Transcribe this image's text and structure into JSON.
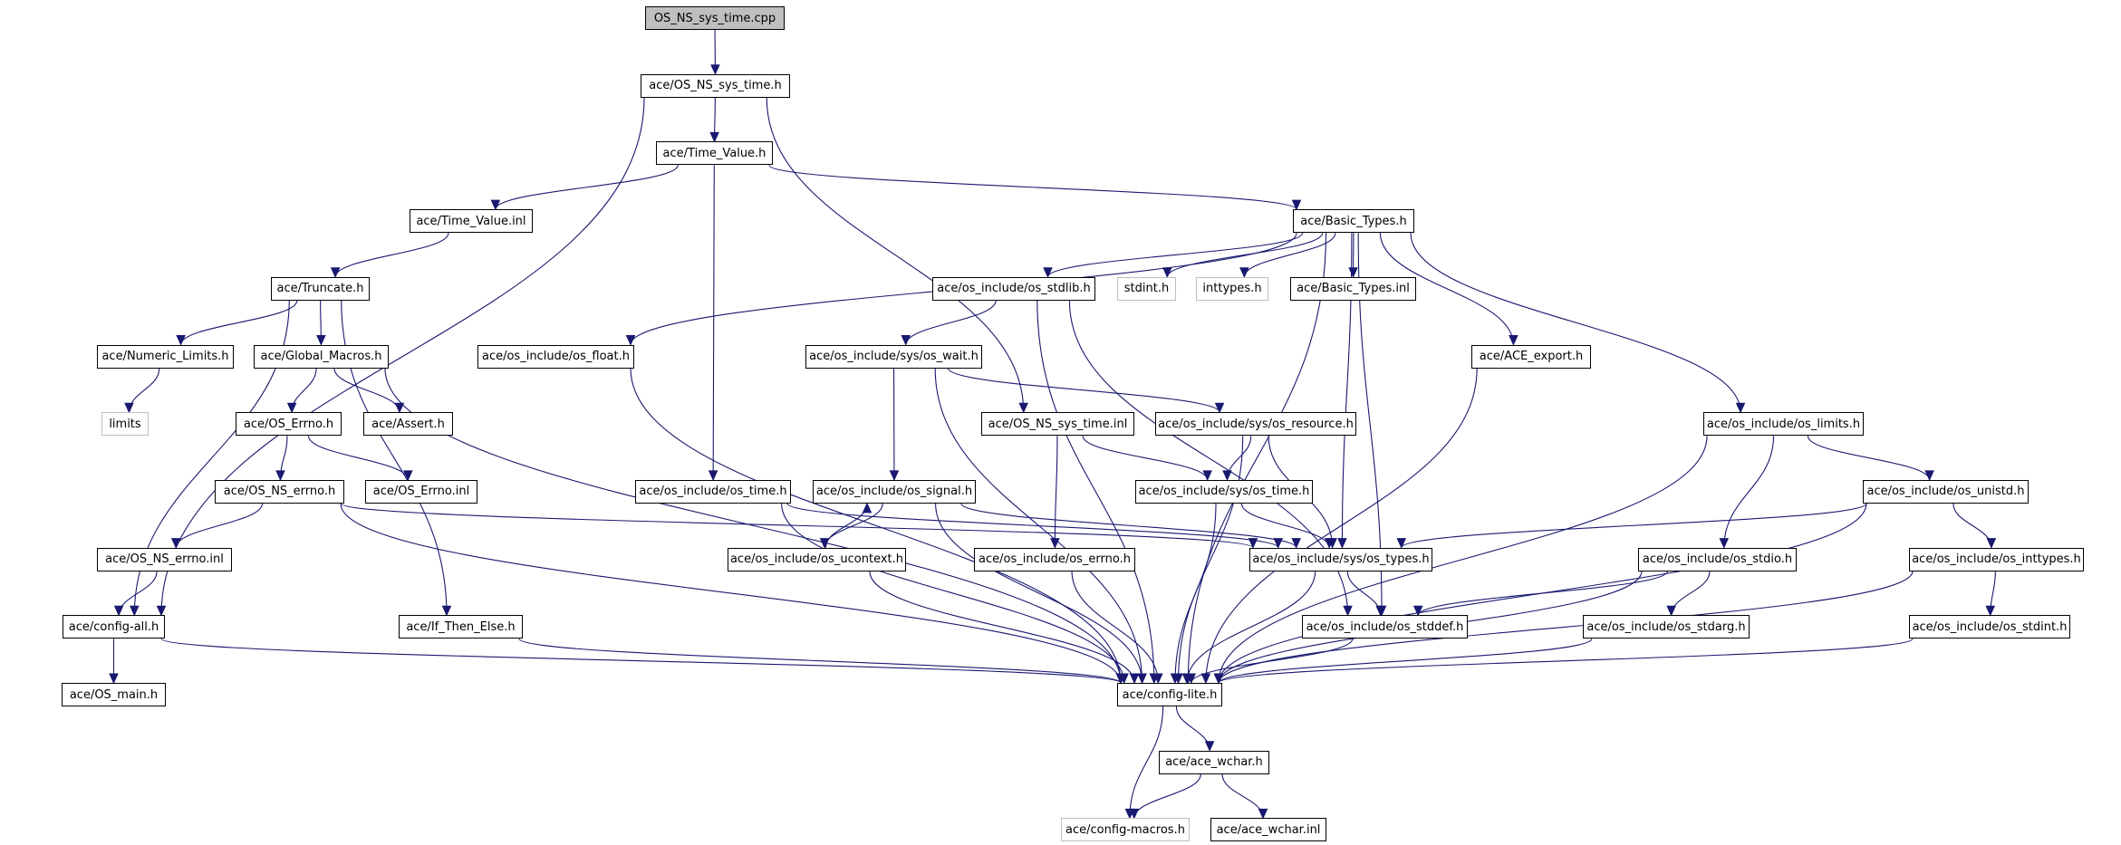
{
  "title": "OS_NS_sys_time.cpp include dependency graph",
  "colors": {
    "edge": "#191970",
    "root_fill": "#bfbfbf",
    "external_border": "#bfbfbf",
    "node_border": "#000000"
  },
  "nodes": [
    {
      "id": "cpp",
      "label": "OS_NS_sys_time.cpp",
      "kind": "root"
    },
    {
      "id": "nssystime_h",
      "label": "ace/OS_NS_sys_time.h"
    },
    {
      "id": "timevalue_h",
      "label": "ace/Time_Value.h"
    },
    {
      "id": "timevalue_inl",
      "label": "ace/Time_Value.inl"
    },
    {
      "id": "basictypes_h",
      "label": "ace/Basic_Types.h"
    },
    {
      "id": "truncate_h",
      "label": "ace/Truncate.h"
    },
    {
      "id": "os_stdlib",
      "label": "ace/os_include/os_stdlib.h"
    },
    {
      "id": "stdint_h",
      "label": "stdint.h",
      "kind": "external"
    },
    {
      "id": "inttypes_h",
      "label": "inttypes.h",
      "kind": "external"
    },
    {
      "id": "basictypes_inl",
      "label": "ace/Basic_Types.inl"
    },
    {
      "id": "numlimits_h",
      "label": "ace/Numeric_Limits.h"
    },
    {
      "id": "globalmacros_h",
      "label": "ace/Global_Macros.h"
    },
    {
      "id": "os_float",
      "label": "ace/os_include/os_float.h"
    },
    {
      "id": "os_wait",
      "label": "ace/os_include/sys/os_wait.h"
    },
    {
      "id": "ace_export",
      "label": "ace/ACE_export.h"
    },
    {
      "id": "limits",
      "label": "limits",
      "kind": "external"
    },
    {
      "id": "oserrno_h",
      "label": "ace/OS_Errno.h"
    },
    {
      "id": "assert_h",
      "label": "ace/Assert.h"
    },
    {
      "id": "nssystime_inl",
      "label": "ace/OS_NS_sys_time.inl"
    },
    {
      "id": "os_resource",
      "label": "ace/os_include/sys/os_resource.h"
    },
    {
      "id": "os_limits",
      "label": "ace/os_include/os_limits.h"
    },
    {
      "id": "nserrno_h",
      "label": "ace/OS_NS_errno.h"
    },
    {
      "id": "oserrno_inl",
      "label": "ace/OS_Errno.inl"
    },
    {
      "id": "os_time",
      "label": "ace/os_include/os_time.h"
    },
    {
      "id": "os_signal",
      "label": "ace/os_include/os_signal.h"
    },
    {
      "id": "sys_os_time",
      "label": "ace/os_include/sys/os_time.h"
    },
    {
      "id": "os_unistd",
      "label": "ace/os_include/os_unistd.h"
    },
    {
      "id": "nserrno_inl",
      "label": "ace/OS_NS_errno.inl"
    },
    {
      "id": "os_ucontext",
      "label": "ace/os_include/os_ucontext.h"
    },
    {
      "id": "os_errno",
      "label": "ace/os_include/os_errno.h"
    },
    {
      "id": "sys_os_types",
      "label": "ace/os_include/sys/os_types.h"
    },
    {
      "id": "os_stdio",
      "label": "ace/os_include/os_stdio.h"
    },
    {
      "id": "os_inttypes",
      "label": "ace/os_include/os_inttypes.h"
    },
    {
      "id": "config_all",
      "label": "ace/config-all.h"
    },
    {
      "id": "if_then_else",
      "label": "ace/If_Then_Else.h"
    },
    {
      "id": "os_stddef",
      "label": "ace/os_include/os_stddef.h"
    },
    {
      "id": "os_stdarg",
      "label": "ace/os_include/os_stdarg.h"
    },
    {
      "id": "os_stdint",
      "label": "ace/os_include/os_stdint.h"
    },
    {
      "id": "os_main",
      "label": "ace/OS_main.h"
    },
    {
      "id": "config_lite",
      "label": "ace/config-lite.h"
    },
    {
      "id": "ace_wchar_h",
      "label": "ace/ace_wchar.h"
    },
    {
      "id": "config_macros",
      "label": "ace/config-macros.h",
      "kind": "external"
    },
    {
      "id": "ace_wchar_inl",
      "label": "ace/ace_wchar.inl"
    }
  ],
  "edges": [
    [
      "cpp",
      "nssystime_h"
    ],
    [
      "nssystime_h",
      "config_all"
    ],
    [
      "nssystime_h",
      "timevalue_h"
    ],
    [
      "nssystime_h",
      "nssystime_inl"
    ],
    [
      "timevalue_h",
      "timevalue_inl"
    ],
    [
      "timevalue_h",
      "basictypes_h"
    ],
    [
      "timevalue_h",
      "os_time"
    ],
    [
      "timevalue_inl",
      "truncate_h"
    ],
    [
      "truncate_h",
      "config_all"
    ],
    [
      "truncate_h",
      "numlimits_h"
    ],
    [
      "truncate_h",
      "globalmacros_h"
    ],
    [
      "truncate_h",
      "if_then_else"
    ],
    [
      "numlimits_h",
      "limits"
    ],
    [
      "globalmacros_h",
      "oserrno_h"
    ],
    [
      "globalmacros_h",
      "assert_h"
    ],
    [
      "globalmacros_h",
      "config_lite"
    ],
    [
      "oserrno_h",
      "nserrno_h"
    ],
    [
      "oserrno_h",
      "oserrno_inl"
    ],
    [
      "nserrno_h",
      "nserrno_inl"
    ],
    [
      "nserrno_h",
      "config_lite"
    ],
    [
      "nserrno_h",
      "sys_os_types"
    ],
    [
      "nserrno_inl",
      "config_all"
    ],
    [
      "config_all",
      "os_main"
    ],
    [
      "config_all",
      "config_lite"
    ],
    [
      "if_then_else",
      "config_lite"
    ],
    [
      "basictypes_h",
      "os_float"
    ],
    [
      "basictypes_h",
      "os_stdlib"
    ],
    [
      "basictypes_h",
      "stdint_h"
    ],
    [
      "basictypes_h",
      "inttypes_h"
    ],
    [
      "basictypes_h",
      "basictypes_inl"
    ],
    [
      "basictypes_h",
      "ace_export"
    ],
    [
      "basictypes_h",
      "sys_os_types"
    ],
    [
      "basictypes_h",
      "os_stddef"
    ],
    [
      "basictypes_h",
      "config_lite"
    ],
    [
      "basictypes_h",
      "os_limits"
    ],
    [
      "os_float",
      "config_lite"
    ],
    [
      "os_stdlib",
      "config_lite"
    ],
    [
      "os_stdlib",
      "os_wait"
    ],
    [
      "os_stdlib",
      "os_stddef"
    ],
    [
      "os_wait",
      "os_signal"
    ],
    [
      "os_wait",
      "os_resource"
    ],
    [
      "os_wait",
      "config_lite"
    ],
    [
      "nssystime_inl",
      "sys_os_time"
    ],
    [
      "nssystime_inl",
      "os_errno"
    ],
    [
      "os_resource",
      "sys_os_time"
    ],
    [
      "os_resource",
      "sys_os_types"
    ],
    [
      "os_resource",
      "config_lite"
    ],
    [
      "os_time",
      "config_lite"
    ],
    [
      "os_time",
      "sys_os_types"
    ],
    [
      "os_signal",
      "os_ucontext"
    ],
    [
      "os_signal",
      "config_lite"
    ],
    [
      "os_signal",
      "sys_os_types"
    ],
    [
      "os_ucontext",
      "os_signal"
    ],
    [
      "os_ucontext",
      "config_lite"
    ],
    [
      "sys_os_time",
      "sys_os_types"
    ],
    [
      "sys_os_time",
      "config_lite"
    ],
    [
      "os_errno",
      "config_lite"
    ],
    [
      "sys_os_types",
      "os_stddef"
    ],
    [
      "sys_os_types",
      "config_lite"
    ],
    [
      "os_stddef",
      "config_lite"
    ],
    [
      "ace_export",
      "config_lite"
    ],
    [
      "os_limits",
      "os_stdio"
    ],
    [
      "os_limits",
      "os_unistd"
    ],
    [
      "os_limits",
      "config_lite"
    ],
    [
      "os_unistd",
      "sys_os_types"
    ],
    [
      "os_unistd",
      "os_inttypes"
    ],
    [
      "os_unistd",
      "config_lite"
    ],
    [
      "os_stdio",
      "os_stddef"
    ],
    [
      "os_stdio",
      "os_stdarg"
    ],
    [
      "os_stdio",
      "config_lite"
    ],
    [
      "os_stdarg",
      "config_lite"
    ],
    [
      "os_inttypes",
      "os_stdint"
    ],
    [
      "os_inttypes",
      "config_lite"
    ],
    [
      "os_stdint",
      "config_lite"
    ],
    [
      "config_lite",
      "ace_wchar_h"
    ],
    [
      "config_lite",
      "config_macros"
    ],
    [
      "ace_wchar_h",
      "config_macros"
    ],
    [
      "ace_wchar_h",
      "ace_wchar_inl"
    ]
  ]
}
